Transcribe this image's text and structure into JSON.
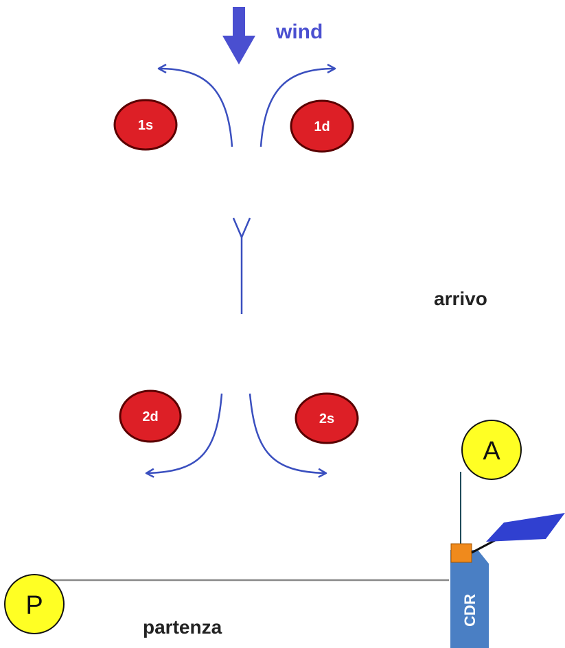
{
  "wind": {
    "label": "wind",
    "color": "#4a4fd0",
    "arrow_icon": "arrow-down-icon"
  },
  "marks": {
    "color": "#dd1f26",
    "outline": "#5a0000",
    "m1s": "1s",
    "m1d": "1d",
    "m2d": "2d",
    "m2s": "2s"
  },
  "flow_color": "#3a4fbf",
  "center_arrow_color": "#3a4fbf",
  "labels": {
    "arrivo": "arrivo",
    "partenza": "partenza"
  },
  "buoys": {
    "fill": "#ffff24",
    "A": "A",
    "P": "P"
  },
  "committee_boat": {
    "label": "CDR",
    "hull_color": "#4a7fc4",
    "cabin_color": "#f08a1c",
    "flag_color": "#3040d0",
    "flag_icon": "flag-icon"
  },
  "start_line_color": "#888888"
}
